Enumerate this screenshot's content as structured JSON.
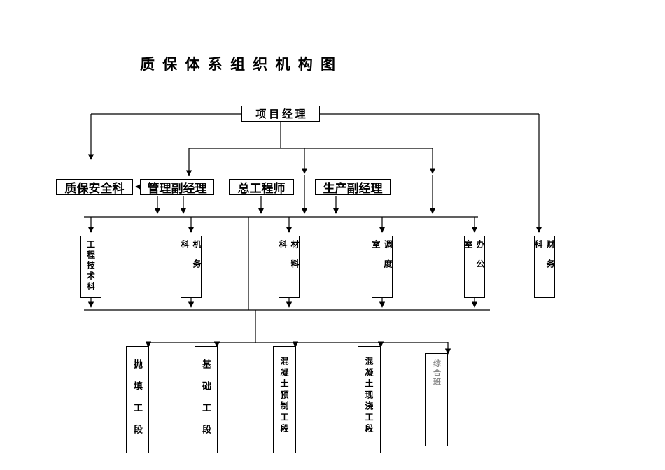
{
  "title": "质 保 体 系 组 织 机 构 图",
  "chart": {
    "root": {
      "label": "项 目 经 理"
    },
    "level2": [
      {
        "label": "质保安全科"
      },
      {
        "label": "管理副经理"
      },
      {
        "label": "总工程师"
      },
      {
        "label": "生产副经理"
      }
    ],
    "departments": [
      {
        "label": "工程技术科"
      },
      {
        "label": "机务科"
      },
      {
        "label": "材料科"
      },
      {
        "label": "调度室"
      },
      {
        "label": "办公室"
      },
      {
        "label": "财务科"
      }
    ],
    "sections": [
      {
        "label": "抛填工段"
      },
      {
        "label": "基础工段"
      },
      {
        "label": "混凝土预制工段"
      },
      {
        "label": "混凝土现浇工段"
      },
      {
        "label": "综合班"
      }
    ]
  }
}
